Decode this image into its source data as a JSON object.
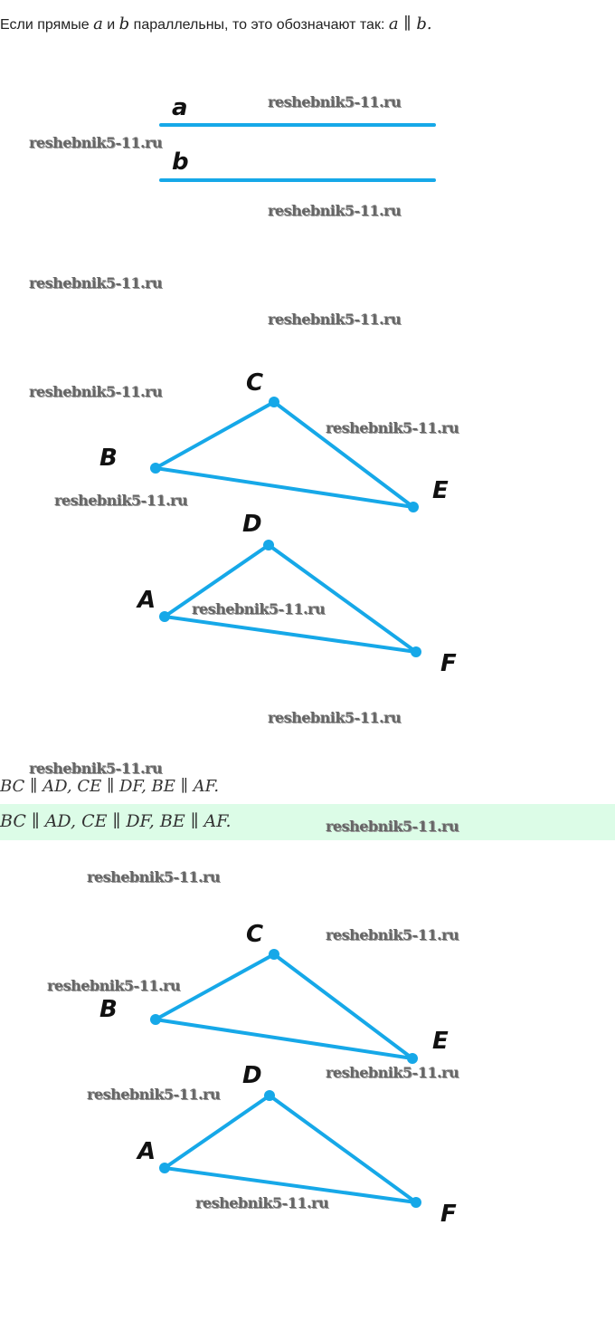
{
  "intro": {
    "before": "Если прямые ",
    "a": "a",
    "mid": " и ",
    "b": "b",
    "after": " параллельны, то это обозначают так: ",
    "formula": "a ∥ b."
  },
  "lines": {
    "a": "a",
    "b": "b"
  },
  "figure1": {
    "C": "C",
    "B": "B",
    "E": "E",
    "D": "D",
    "A": "A",
    "F": "F"
  },
  "figure2": {
    "C": "C",
    "B": "B",
    "E": "E",
    "D": "D",
    "A": "A",
    "F": "F"
  },
  "statement": "BC ∥ AD, CE ∥ DF, BE ∥ AF.",
  "answer": "BC ∥ AD, CE ∥ DF, BE ∥ AF.",
  "watermark": "reshebnik5-11.ru",
  "colors": {
    "line": "#16a8e8",
    "answer_bg": "#dcfce7"
  }
}
